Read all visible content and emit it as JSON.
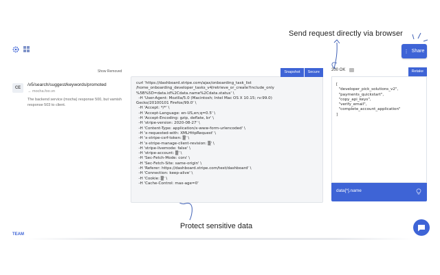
{
  "annotations": {
    "top": "Send request directly via browser",
    "bottom": "Protect sensitive data"
  },
  "header": {
    "share_label": "Share",
    "show_removed_label": "Show Removed"
  },
  "request_list": {
    "items": [
      {
        "avatar": "CE",
        "path": "/v5/search/suggest/keywords/promoted",
        "host": "→ mocha.foo.vn",
        "description": "The backend service (mocha) response 500, but vamish response 503 to client."
      }
    ]
  },
  "code_panel": {
    "tabs": [
      "Snapshot",
      "Secure"
    ],
    "lines": [
      "curl 'https://dashboard.stripe.com/ajax/onboarding_task_list",
      "/home_onboarding_developer_tasks_v4/retrieve_or_create?include_only",
      "%5B%5D=data.id%2Cdata.name%2Cdata.status' \\",
      "  -H 'User-Agent: Mozilla/5.0 (Macintosh; Intel Mac OS X 10.15; rv:99.0)",
      "Gecko/20100101 Firefox/99.0' \\",
      "  -H 'Accept: */*' \\",
      "  -H 'Accept-Language: en-US,en;q=0.5' \\",
      "  -H 'Accept-Encoding: gzip, deflate, br' \\",
      "  -H 'stripe-version: 2020-08-27' \\",
      "  -H 'Content-Type: application/x-www-form-urlencoded' \\",
      "  -H 'x-requested-with: XMLHttpRequest' \\",
      "  -H 'x-stripe-csrf-token: ▒' \\",
      "  -H 'x-stripe-manage-client-revision: ▒' \\",
      "  -H 'stripe-livemode: false' \\",
      "  -H 'stripe-account: ▒' \\",
      "  -H 'Sec-Fetch-Mode: cors' \\",
      "  -H 'Sec-Fetch-Site: same-origin' \\",
      "  -H 'Referer: https://dashboard.stripe.com/test/dashboard' \\",
      "  -H 'Connection: keep-alive' \\",
      "  -H 'Cookie: ▒' \\",
      "  -H 'Cache-Control: max-age=0'"
    ]
  },
  "response_panel": {
    "status": "200 OK",
    "retake_label": "Retake",
    "json_lines": [
      "[",
      "  \"developer_pick_solutions_v2\",",
      "  \"payments_quickstart\",",
      "  \"copy_api_keys\",",
      "  \"verify_email\",",
      "  \"complete_account_application\"",
      "]"
    ],
    "query": "data[*].name"
  },
  "footer": {
    "team_label": "TEAM"
  },
  "colors": {
    "accent": "#3e64d6",
    "code_bg": "#f4f5f7"
  }
}
